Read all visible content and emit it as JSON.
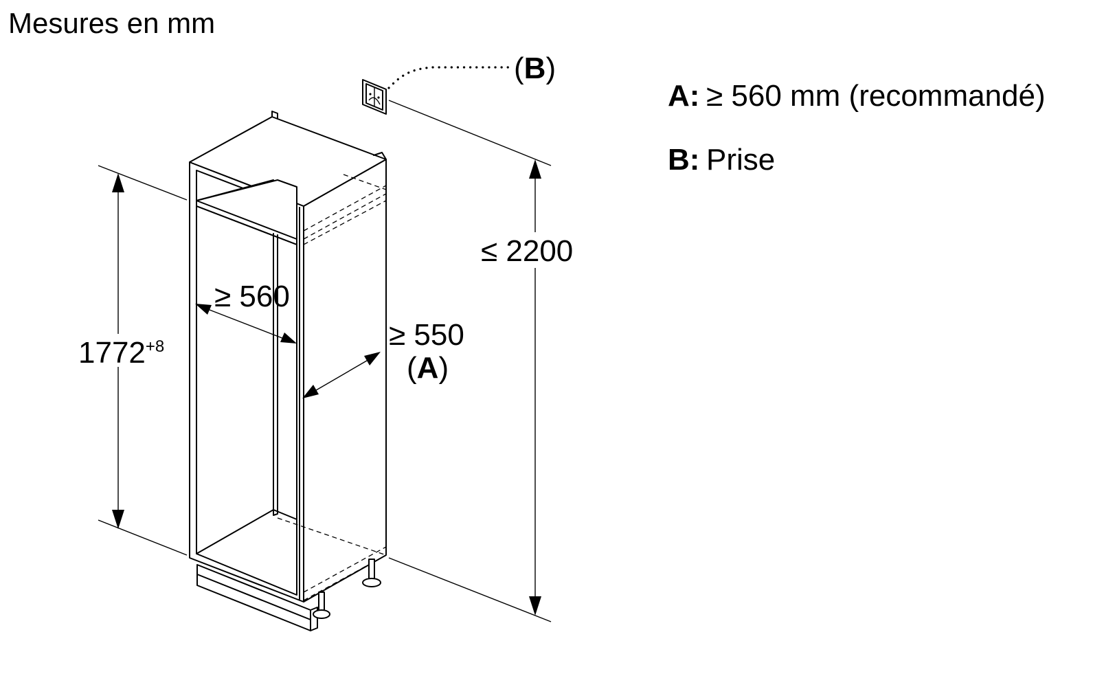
{
  "title": "Mesures en mm",
  "dimensions": {
    "height_niche": "1772",
    "height_niche_tol": "+8",
    "height_max": "≤ 2200",
    "width": "≥ 560",
    "depth": "≥ 550",
    "depth_ref": "A"
  },
  "socket_callout": {
    "letter": "B"
  },
  "legend": [
    {
      "key": "A:",
      "text": "≥ 560 mm (recommandé)"
    },
    {
      "key": "B:",
      "text": "Prise"
    }
  ]
}
